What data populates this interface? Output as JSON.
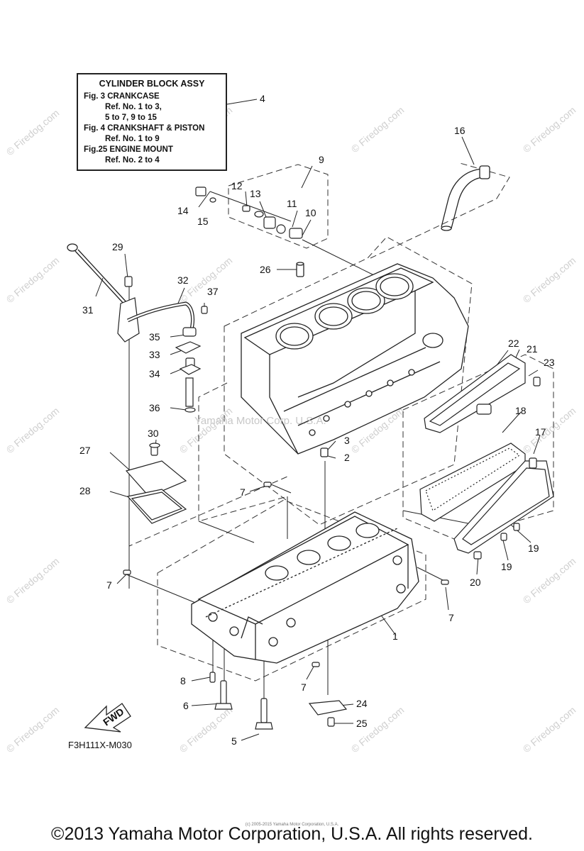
{
  "info_box": {
    "title": "CYLINDER BLOCK ASSY",
    "lines": [
      "Fig.  3 CRANKCASE",
      "Ref. No. 1 to 3,",
      "5 to 7, 9 to 15",
      "Fig.  4 CRANKSHAFT & PISTON",
      "Ref. No. 1 to 9",
      "Fig.25 ENGINE MOUNT",
      "Ref. No. 2 to 4"
    ]
  },
  "callouts": [
    "1",
    "2",
    "3",
    "4",
    "5",
    "6",
    "7",
    "8",
    "9",
    "10",
    "11",
    "12",
    "13",
    "14",
    "15",
    "16",
    "17",
    "18",
    "19",
    "20",
    "21",
    "22",
    "23",
    "24",
    "25",
    "26",
    "27",
    "28",
    "29",
    "30",
    "31",
    "32",
    "33",
    "34",
    "35",
    "36",
    "37"
  ],
  "fwd_label": "FWD",
  "drawing_code": "F3H111X-M030",
  "center_watermark": "Yamaha Motor Corp. U.S.A.",
  "watermark": "© Firedog.com",
  "tiny_copyright": "(c) 2005-2015 Yamaha Motor Corporation, U.S.A.",
  "copyright": "©2013 Yamaha Motor Corporation, U.S.A. All rights reserved."
}
